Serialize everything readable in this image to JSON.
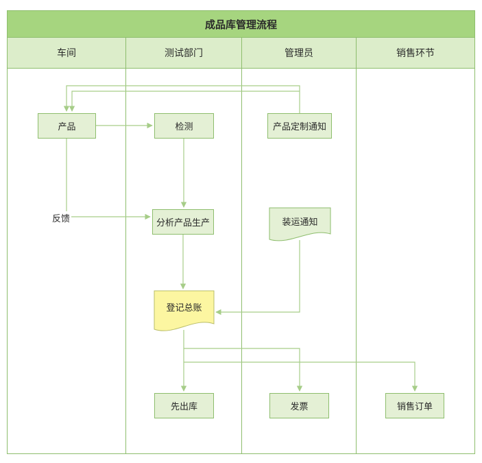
{
  "title": "成品库管理流程",
  "lanes": [
    {
      "label": "车间"
    },
    {
      "label": "测试部门"
    },
    {
      "label": "管理员"
    },
    {
      "label": "销售环节"
    }
  ],
  "nodes": {
    "product": {
      "label": "产品",
      "lane": "车间",
      "shape": "rect"
    },
    "inspection": {
      "label": "检测",
      "lane": "测试部门",
      "shape": "rect"
    },
    "custom_notice": {
      "label": "产品定制通知",
      "lane": "管理员",
      "shape": "rect"
    },
    "analysis": {
      "label": "分析产品生产",
      "lane": "测试部门",
      "shape": "rect"
    },
    "shipping_notice": {
      "label": "装运通知",
      "lane": "管理员",
      "shape": "document"
    },
    "ledger": {
      "label": "登记总账",
      "lane": "测试部门",
      "shape": "document",
      "highlight": "yellow"
    },
    "outbound": {
      "label": "先出库",
      "lane": "测试部门",
      "shape": "rect"
    },
    "invoice": {
      "label": "发票",
      "lane": "管理员",
      "shape": "rect"
    },
    "sales_order": {
      "label": "销售订单",
      "lane": "销售环节",
      "shape": "rect"
    }
  },
  "labels": {
    "feedback": "反馈"
  },
  "edges": [
    {
      "from": "product",
      "to": "inspection"
    },
    {
      "from": "custom_notice",
      "to": "product"
    },
    {
      "from": "custom_notice",
      "to": "product",
      "note": "inner parallel loop"
    },
    {
      "from": "inspection",
      "to": "analysis"
    },
    {
      "from": "product",
      "to": "analysis",
      "label": "反馈"
    },
    {
      "from": "analysis",
      "to": "ledger"
    },
    {
      "from": "shipping_notice",
      "to": "ledger"
    },
    {
      "from": "ledger",
      "to": "outbound"
    },
    {
      "from": "ledger",
      "to": "invoice"
    },
    {
      "from": "ledger",
      "to": "sales_order"
    }
  ],
  "colors": {
    "frame_border": "#8dbd6c",
    "title_fill": "#a6d57f",
    "header_fill": "#dcedca",
    "node_fill": "#e4f0d5",
    "node_border": "#8dbd6c",
    "connector": "#a6cd88",
    "ledger_fill": "#fcf6a1",
    "ledger_border": "#b9bd68",
    "text": "#2a2a2a"
  }
}
